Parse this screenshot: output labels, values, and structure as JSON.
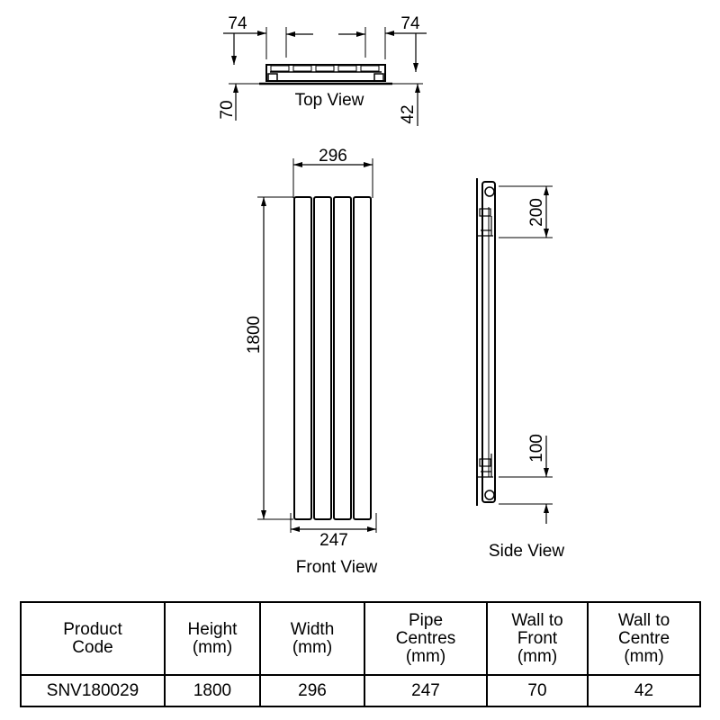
{
  "views": {
    "top": {
      "caption": "Top View",
      "dim_left": "74",
      "dim_right": "74",
      "dim_depth_left": "70",
      "dim_depth_right": "42"
    },
    "front": {
      "caption": "Front View",
      "dim_width": "296",
      "dim_height": "1800",
      "dim_pipe": "247"
    },
    "side": {
      "caption": "Side View",
      "dim_top": "200",
      "dim_bottom": "100"
    }
  },
  "table": {
    "headers": [
      "Product\nCode",
      "Height\n(mm)",
      "Width\n(mm)",
      "Pipe\nCentres\n(mm)",
      "Wall to\nFront\n(mm)",
      "Wall to\nCentre\n(mm)"
    ],
    "rows": [
      [
        "SNV180029",
        "1800",
        "296",
        "247",
        "70",
        "42"
      ]
    ]
  }
}
